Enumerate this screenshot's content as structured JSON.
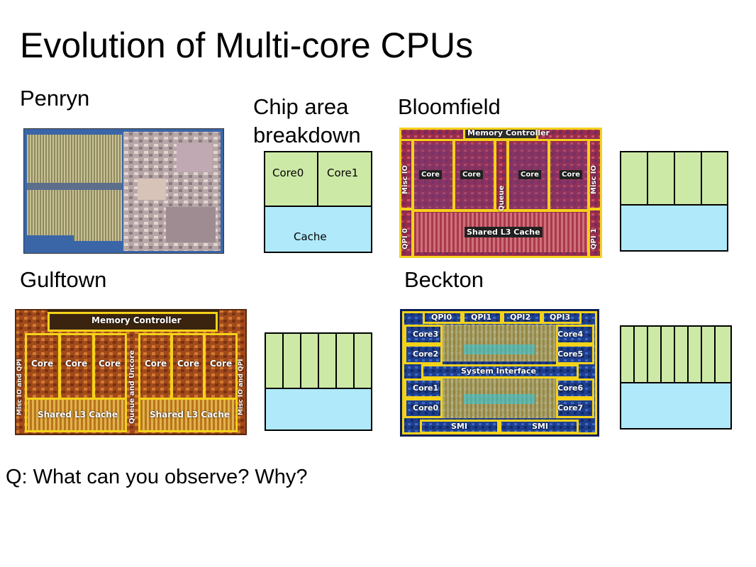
{
  "title": "Evolution of Multi-core CPUs",
  "labels": {
    "penryn": "Penryn",
    "chip_area_line1": "Chip area",
    "chip_area_line2": "breakdown",
    "bloomfield": "Bloomfield",
    "gulftown": "Gulftown",
    "beckton": "Beckton"
  },
  "penryn_breakdown": {
    "core0": "Core0",
    "core1": "Core1",
    "cache": "Cache"
  },
  "bloomfield_die": {
    "memory_controller": "Memory Controller",
    "core": "Core",
    "queue": "Queue",
    "misc_io_left": "Misc IO",
    "misc_io_right": "Misc IO",
    "qpi0": "QPI 0",
    "qpi1": "QPI 1",
    "shared_l3": "Shared L3 Cache"
  },
  "gulftown_die": {
    "memory_controller": "Memory Controller",
    "core": "Core",
    "queue_uncore": "Queue and Uncore",
    "misc_left": "Misc IO and QPI",
    "misc_right": "Misc IO and QPI",
    "shared_l3": "Shared L3 Cache"
  },
  "beckton_die": {
    "qpi0": "QPI0",
    "qpi1": "QPI1",
    "qpi2": "QPI2",
    "qpi3": "QPI3",
    "core0": "Core0",
    "core1": "Core1",
    "core2": "Core2",
    "core3": "Core3",
    "core4": "Core4",
    "core5": "Core5",
    "core6": "Core6",
    "core7": "Core7",
    "system_interface": "System Interface",
    "smi": "SMI"
  },
  "question": "Q: What can you observe? Why?",
  "colors": {
    "core_fill": "#cde9a6",
    "cache_fill": "#b0e9fa",
    "die_outline": "#f4d21a"
  }
}
